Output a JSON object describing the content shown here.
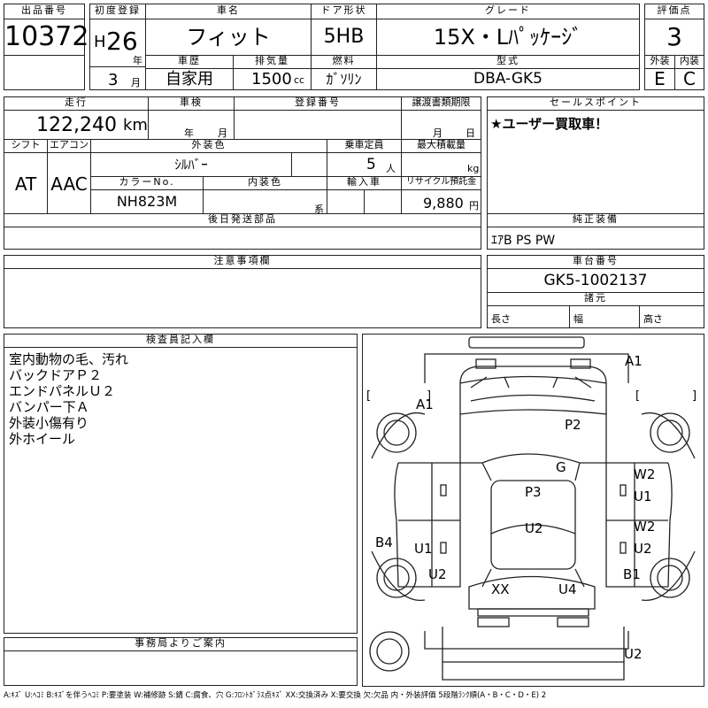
{
  "header": {
    "lot_label": "出品番号",
    "lot_value": "10372",
    "first_reg_label": "初度登録",
    "era": "H",
    "year": "26",
    "year_unit": "年",
    "month": "3",
    "month_unit": "月",
    "car_name_label": "車名",
    "car_name": "フィット",
    "door_label": "ドア形状",
    "door": "5HB",
    "grade_label": "グレード",
    "grade": "15X・Lﾊﾟｯｹｰｼﾞ",
    "score_label": "評価点",
    "score": "3",
    "history_label": "車歴",
    "history": "自家用",
    "displacement_label": "排気量",
    "displacement": "1500",
    "displacement_unit": "cc",
    "fuel_label": "燃料",
    "fuel": "ｶﾞｿﾘﾝ",
    "model_label": "型式",
    "model": "DBA-GK5",
    "ext_label": "外装",
    "ext": "E",
    "int_label": "内装",
    "int": "C"
  },
  "row2": {
    "mileage_label": "走行",
    "mileage": "122,240",
    "mileage_unit": "km",
    "inspection_label": "車検",
    "insp_year_unit": "年",
    "insp_month_unit": "月",
    "reg_label": "登録番号",
    "transfer_label": "譲渡書類期限",
    "transfer_month_unit": "月",
    "transfer_day_unit": "日",
    "shift_label": "シフト",
    "shift": "AT",
    "ac_label": "エアコン",
    "ac": "AAC",
    "color_label": "外装色",
    "color": "ｼﾙﾊﾞｰ",
    "capacity_label": "乗車定員",
    "capacity": "5",
    "capacity_unit": "人",
    "load_label": "最大積載量",
    "load_unit": "kg",
    "color_no_label": "カラーNo.",
    "color_no": "NH823M",
    "int_color_label": "内装色",
    "int_color_unit": "系",
    "import_label": "輸入車",
    "recycle_label": "リサイクル預託金",
    "recycle": "9,880",
    "recycle_unit": "円",
    "later_label": "後日発送部品"
  },
  "sales": {
    "label": "セールスポイント",
    "text": "★ユーザー買取車！"
  },
  "equipment": {
    "label": "純正装備",
    "text": "ｴｱB PS PW"
  },
  "notes": {
    "label": "注意事項欄"
  },
  "chassis": {
    "label": "車台番号",
    "value": "GK5-1002137",
    "dims_label": "諸元",
    "length": "長さ",
    "width": "幅",
    "height": "高さ"
  },
  "inspector": {
    "label": "検査員記入欄",
    "lines": [
      "室内動物の毛、汚れ",
      "バックドアＰ２",
      "エンドパネルＵ２",
      "バンパー下Ａ",
      "外装小傷有り",
      "外ホイール"
    ]
  },
  "office": {
    "label": "事務局よりご案内"
  },
  "diagram_marks": {
    "a1_top": "A1",
    "a1_left": "A1",
    "p2": "P2",
    "g": "G",
    "w2_a": "W2",
    "u1_a": "U1",
    "p3": "P3",
    "u2_center": "U2",
    "w2_b": "W2",
    "u2_right": "U2",
    "b4": "B4",
    "u1_left": "U1",
    "u2_left": "U2",
    "b1": "B1",
    "xx": "XX",
    "u4": "U4",
    "u2_bottom": "U2",
    "br_open": "[",
    "br_close": "]"
  },
  "legend": "A:ｷｽﾞ U:ﾍｺﾐ B:ｷｽﾞを伴うﾍｺﾐ P:要塗装 W:補修跡 S:錆 C:腐食、穴 G:ﾌﾛﾝﾄｶﾞﾗｽ点ｷｽﾞ XX:交換済み X:要交換 欠:欠品 内・外装評価 5段階ﾗﾝｸ順(A・B・C・D・E) 2"
}
